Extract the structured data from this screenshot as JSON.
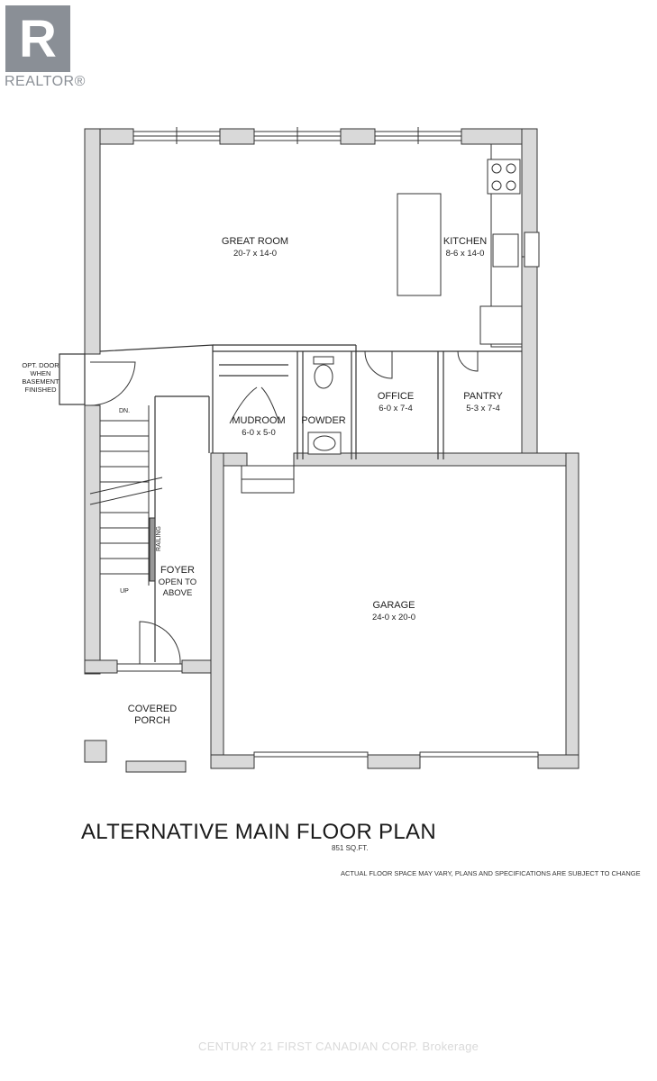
{
  "logo": {
    "letter": "R",
    "wordmark": "REALTOR®"
  },
  "rooms": {
    "great_room": {
      "name": "GREAT ROOM",
      "size": "20-7 x 14-0"
    },
    "kitchen": {
      "name": "KITCHEN",
      "size": "8-6 x 14-0"
    },
    "office": {
      "name": "OFFICE",
      "size": "6-0 x 7-4"
    },
    "pantry": {
      "name": "PANTRY",
      "size": "5-3 x 7-4"
    },
    "mudroom": {
      "name": "MUDROOM",
      "size": "6-0 x 5-0"
    },
    "powder": {
      "name": "POWDER"
    },
    "garage": {
      "name": "GARAGE",
      "size": "24-0 x 20-0"
    },
    "foyer": {
      "line1": "FOYER",
      "line2": "OPEN TO",
      "line3": "ABOVE"
    },
    "porch": {
      "line1": "COVERED",
      "line2": "PORCH"
    }
  },
  "annotations": {
    "opt_door": [
      "OPT. DOOR",
      "WHEN",
      "BASEMENT",
      "FINISHED"
    ],
    "stair_down": "DN.",
    "stair_up": "UP",
    "railing": "RAILING"
  },
  "plan": {
    "title": "ALTERNATIVE MAIN FLOOR PLAN",
    "area": "851 SQ.FT.",
    "note": "ACTUAL FLOOR SPACE MAY VARY, PLANS AND SPECIFICATIONS ARE SUBJECT TO CHANGE"
  },
  "watermark": "CENTURY 21 FIRST CANADIAN CORP. Brokerage",
  "colors": {
    "wall": "#d9d9d9",
    "outline": "#333333",
    "logo": "#8a8f96"
  }
}
